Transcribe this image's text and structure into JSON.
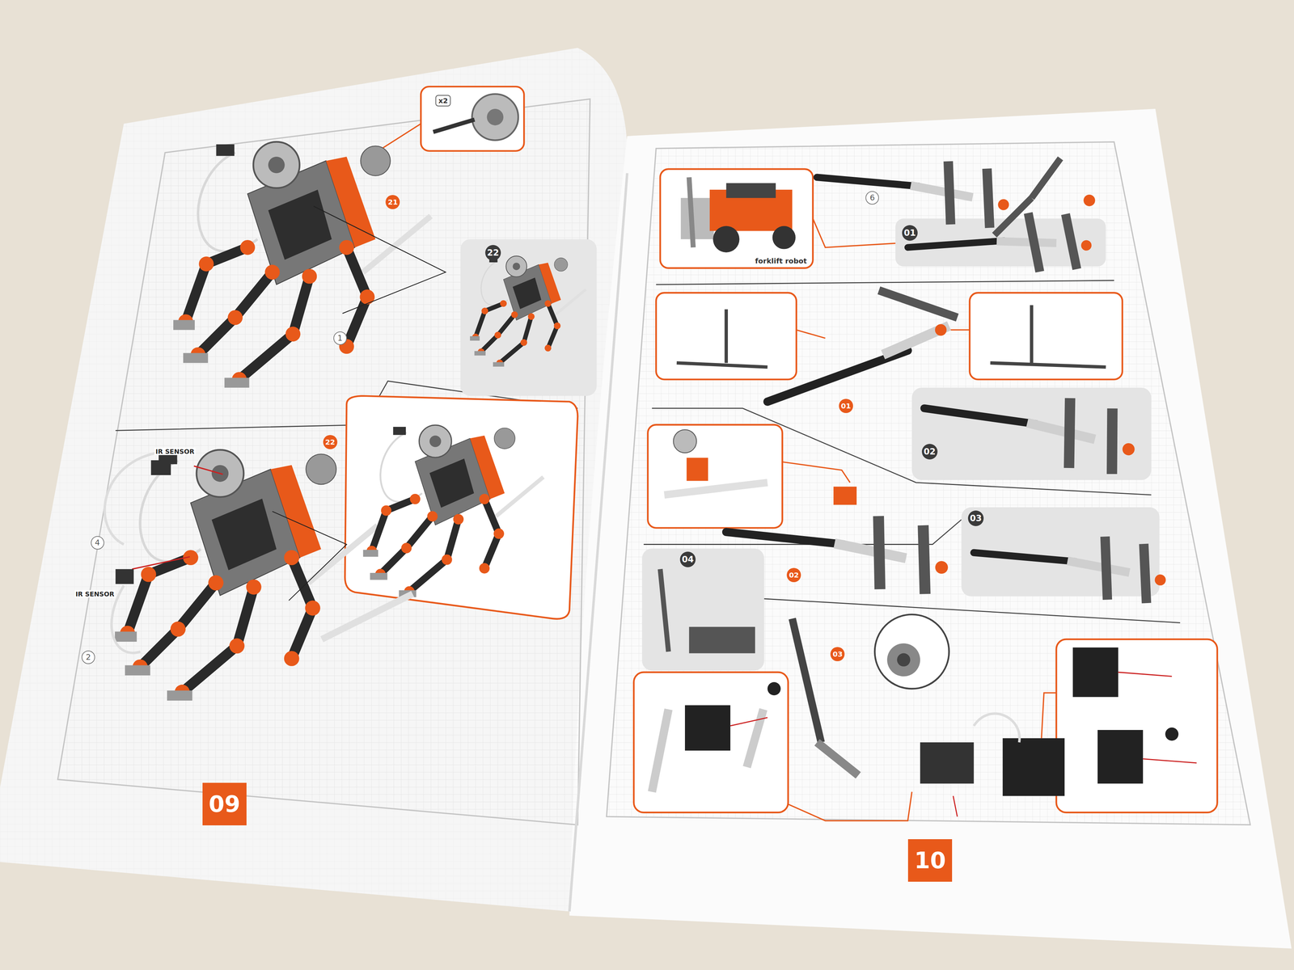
{
  "diagram": {
    "nodes": [
      {
        "text": [
          "22"
        ]
      },
      {
        "text": [
          "forklift robot"
        ]
      },
      {
        "text": [
          "01"
        ]
      },
      {
        "text": [
          "02"
        ]
      },
      {
        "text": [
          "03"
        ]
      },
      {
        "text": [
          "04"
        ]
      }
    ],
    "labels": [
      "x2",
      "21",
      "1",
      "IR SENSOR",
      "4",
      "IR SENSOR",
      "2",
      "22",
      "09",
      "6",
      "01",
      "02",
      "03",
      "10"
    ]
  }
}
